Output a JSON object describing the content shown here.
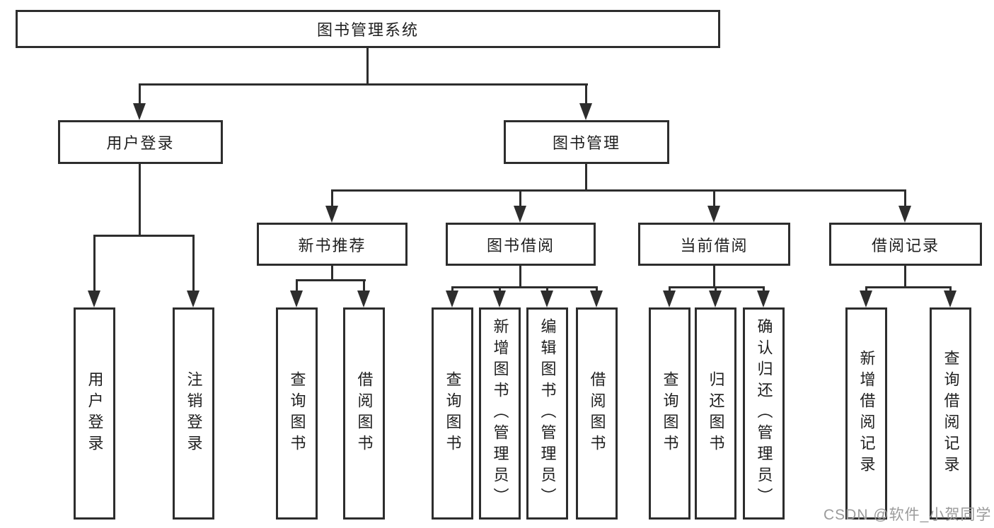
{
  "colors": {
    "line": "#2d2d2d",
    "box_border": "#2d2d2d",
    "text": "#1f1f1f",
    "background": "#ffffff",
    "watermark": "#9b9b9b"
  },
  "watermark": "CSDN @软件_小贺同学",
  "tree": {
    "label": "图书管理系统",
    "children": [
      {
        "label": "用户登录",
        "children": [
          {
            "label": "用户登录"
          },
          {
            "label": "注销登录"
          }
        ]
      },
      {
        "label": "图书管理",
        "children": [
          {
            "label": "新书推荐",
            "children": [
              {
                "label": "查询图书"
              },
              {
                "label": "借阅图书"
              }
            ]
          },
          {
            "label": "图书借阅",
            "children": [
              {
                "label": "查询图书"
              },
              {
                "label": "新增图书（管理员）"
              },
              {
                "label": "编辑图书（管理员）"
              },
              {
                "label": "借阅图书"
              }
            ]
          },
          {
            "label": "当前借阅",
            "children": [
              {
                "label": "查询图书"
              },
              {
                "label": "归还图书"
              },
              {
                "label": "确认归还（管理员）"
              }
            ]
          },
          {
            "label": "借阅记录",
            "children": [
              {
                "label": "新增借阅记录"
              },
              {
                "label": "查询借阅记录"
              }
            ]
          }
        ]
      }
    ]
  }
}
